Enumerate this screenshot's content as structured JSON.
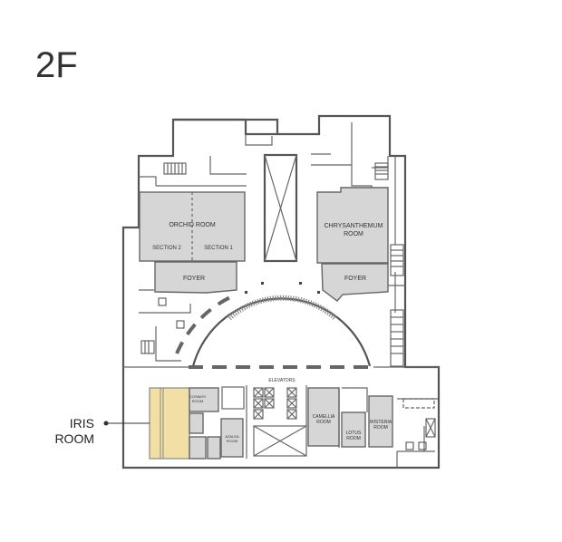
{
  "floor": "2F",
  "highlight_label_line1": "IRIS",
  "highlight_label_line2": "ROOM",
  "rooms": {
    "orchid": "ORCHID ROOM",
    "section2": "SECTION 2",
    "section1": "SECTION 1",
    "foyer_left": "FOYER",
    "chrysanthemum_line1": "CHRYSANTHEMUM",
    "chrysanthemum_line2": "ROOM",
    "foyer_right": "FOYER",
    "elevators": "ELEVATORS",
    "cosmos_line1": "COSMOS",
    "cosmos_line2": "ROOM",
    "azalea_line1": "AZALEA",
    "azalea_line2": "ROOM",
    "camellia_line1": "CAMELLIA",
    "camellia_line2": "ROOM",
    "lotus_line1": "LOTUS",
    "lotus_line2": "ROOM",
    "wisteria_line1": "WISTERIA",
    "wisteria_line2": "ROOM"
  },
  "colors": {
    "highlight": "#f2dfa5",
    "room_fill": "#d6d6d6",
    "wall": "#555555"
  }
}
